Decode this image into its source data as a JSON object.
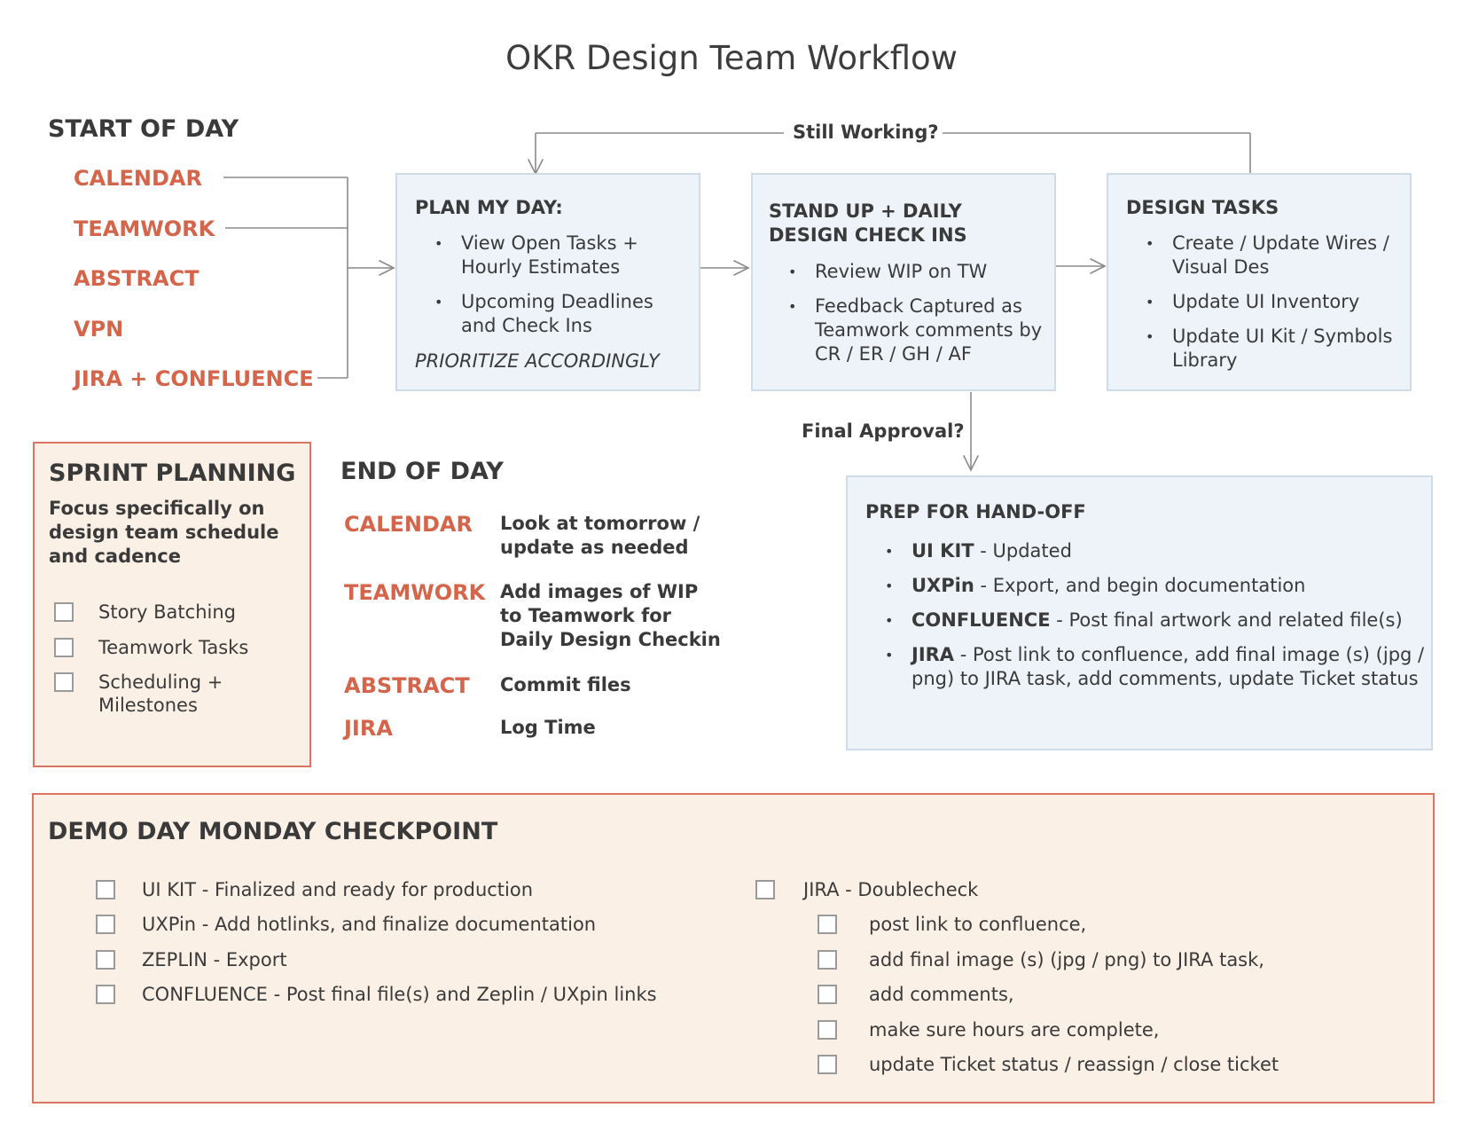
{
  "title": "OKR Design Team Workflow",
  "start_of_day": {
    "heading": "START OF DAY",
    "tools": [
      "CALENDAR",
      "TEAMWORK",
      "ABSTRACT",
      "VPN",
      "JIRA + CONFLUENCE"
    ]
  },
  "still_working_label": "Still Working?",
  "final_approval_label": "Final Approval?",
  "plan_my_day": {
    "heading": "PLAN MY DAY:",
    "bullets": [
      "View Open Tasks + Hourly Estimates",
      "Upcoming Deadlines and Check Ins"
    ],
    "footer": "PRIORITIZE ACCORDINGLY"
  },
  "standup": {
    "heading_line1": "STAND UP + DAILY",
    "heading_line2": "DESIGN CHECK INS",
    "bullets": [
      "Review WIP on TW",
      "Feedback Captured as Teamwork comments by CR / ER / GH / AF"
    ]
  },
  "design_tasks": {
    "heading": "DESIGN TASKS",
    "bullets": [
      "Create / Update Wires / Visual Des",
      "Update UI Inventory",
      "Update UI Kit / Symbols Library"
    ]
  },
  "sprint_planning": {
    "heading": "SPRINT PLANNING",
    "subtitle": "Focus specifically on design team schedule and cadence",
    "items": [
      "Story Batching",
      "Teamwork Tasks",
      "Scheduling + Milestones"
    ]
  },
  "end_of_day": {
    "heading": "END OF DAY",
    "rows": [
      {
        "tool": "CALENDAR",
        "desc": "Look at tomorrow / update as needed"
      },
      {
        "tool": "TEAMWORK",
        "desc": "Add images of WIP to Teamwork for Daily Design Checkin"
      },
      {
        "tool": "ABSTRACT",
        "desc": "Commit files"
      },
      {
        "tool": "JIRA",
        "desc": "Log Time"
      }
    ]
  },
  "handoff": {
    "heading": "PREP FOR HAND-OFF",
    "items": [
      {
        "key": "UI KIT",
        "text": " - Updated"
      },
      {
        "key": "UXPin",
        "text": " - Export, and begin documentation"
      },
      {
        "key": "CONFLUENCE",
        "text": " - Post final artwork and related file(s)"
      },
      {
        "key": "JIRA",
        "text": " - Post link to confluence, add final image (s) (jpg / png) to JIRA task, add comments, update Ticket status"
      }
    ]
  },
  "demo_day": {
    "heading": "DEMO DAY MONDAY CHECKPOINT",
    "left_items": [
      "UI KIT - Finalized and ready for production",
      "UXPin - Add hotlinks, and finalize documentation",
      "ZEPLIN - Export",
      "CONFLUENCE - Post final file(s) and Zeplin / UXpin links"
    ],
    "jira_item": "JIRA - Doublecheck",
    "jira_subitems": [
      "post link to confluence,",
      "add final image (s) (jpg / png) to JIRA task,",
      "add comments,",
      "make sure hours are complete,",
      "update Ticket status / reassign / close ticket"
    ]
  }
}
